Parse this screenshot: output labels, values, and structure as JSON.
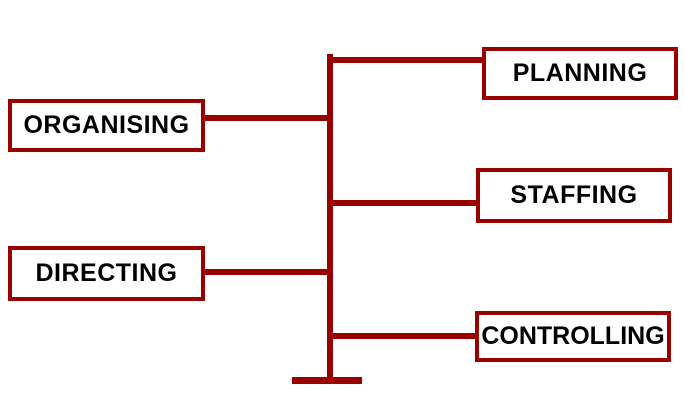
{
  "diagram": {
    "title": "management-functions-diagram",
    "colors": {
      "line": "#990000",
      "box_border": "#990000",
      "box_fill": "#ffffff",
      "text": "#000000",
      "background": "#ffffff"
    },
    "trunk": {
      "orientation": "vertical",
      "has_foot_bar": true
    },
    "nodes": [
      {
        "id": "planning",
        "label": "PLANNING",
        "side": "right"
      },
      {
        "id": "organising",
        "label": "ORGANISING",
        "side": "left"
      },
      {
        "id": "staffing",
        "label": "STAFFING",
        "side": "right"
      },
      {
        "id": "directing",
        "label": "DIRECTING",
        "side": "left"
      },
      {
        "id": "controlling",
        "label": "CONTROLLING",
        "side": "right"
      }
    ]
  }
}
